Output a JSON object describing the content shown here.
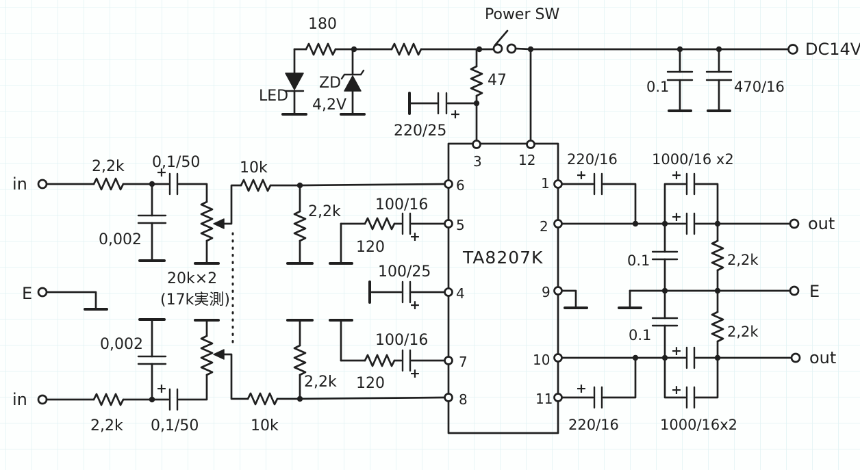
{
  "schematic": {
    "plus": "+",
    "colors": {
      "ink": "#1f1f1f",
      "paper": "#fdfffe",
      "grid": "#e0f2f4"
    },
    "power": {
      "r180": "180",
      "switch_label": "Power SW",
      "supply_label": "DC14V",
      "led_label": "LED",
      "zd_label": "ZD",
      "zd_voltage": "4,2V",
      "r47": "47",
      "c220_25": "220/25",
      "c01": "0.1",
      "c470_16": "470/16"
    },
    "ic": {
      "part": "TA8207K",
      "pins": {
        "p1": "1",
        "p2": "2",
        "p3": "3",
        "p4": "4",
        "p5": "5",
        "p6": "6",
        "p7": "7",
        "p8": "8",
        "p9": "9",
        "p10": "10",
        "p11": "11",
        "p12": "12"
      }
    },
    "volume": {
      "value": "20k×2",
      "note": "(17k実測)"
    },
    "shared": {
      "c100_25": "100/25",
      "e_left": "E",
      "e_right": "E"
    },
    "top_channel": {
      "in_label": "in",
      "r_in": "2,2k",
      "c_in": "0,1/50",
      "c_filter": "0,002",
      "r10k": "10k",
      "r22k_mid": "2,2k",
      "r120": "120",
      "c100_16": "100/16",
      "c220_16": "220/16",
      "c1000_16": "1000/16 x2",
      "c01": "0.1",
      "r22k_out": "2,2k",
      "out_label": "out"
    },
    "bottom_channel": {
      "in_label": "in",
      "r_in": "2,2k",
      "c_in": "0,1/50",
      "c_filter": "0,002",
      "r10k": "10k",
      "r22k_mid": "2,2k",
      "r120": "120",
      "c100_16": "100/16",
      "c220_16": "220/16",
      "c1000_16": "1000/16x2",
      "c01": "0.1",
      "r22k_out": "2,2k",
      "out_label": "out"
    }
  }
}
